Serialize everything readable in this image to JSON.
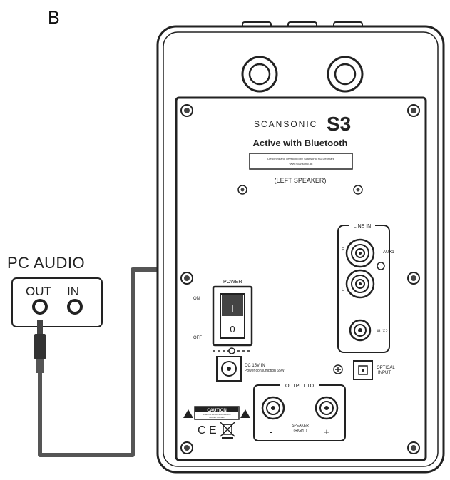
{
  "figure_label": "B",
  "pc_box": {
    "title": "PC AUDIO",
    "out_label": "OUT",
    "in_label": "IN"
  },
  "speaker": {
    "brand": "SCANSONIC",
    "model": "S3",
    "subtitle": "Active with Bluetooth",
    "small_label_line1": "Designed and developed by Scansonic HD Denmark",
    "small_label_line2": "www.scansonic.dk",
    "left_speaker": "(LEFT SPEAKER)",
    "line_in": "LINE IN",
    "aux1": "AUX1",
    "aux2": "AUX2",
    "r": "R",
    "l": "L",
    "power": "POWER",
    "on": "ON",
    "off": "OFF",
    "switch_on": "I",
    "switch_off": "0",
    "dc_line1": "DC  15V IN",
    "dc_line2": "Power consumption 65W",
    "optical_line1": "OPTICAL",
    "optical_line2": "INPUT",
    "output_to": "OUTPUT TO",
    "speaker_right_line1": "SPEAKER",
    "speaker_right_line2": "(RIGHT)",
    "minus": "-",
    "plus": "+",
    "caution": "CAUTION",
    "caution_sub1": "RISK OF ELECTRIC SHOCK",
    "caution_sub2": "DO NOT OPEN",
    "ce_mark": "C E"
  },
  "colors": {
    "line": "#222222",
    "cable": "#555555",
    "cable_light": "#cfcfcf",
    "bg": "#ffffff"
  }
}
